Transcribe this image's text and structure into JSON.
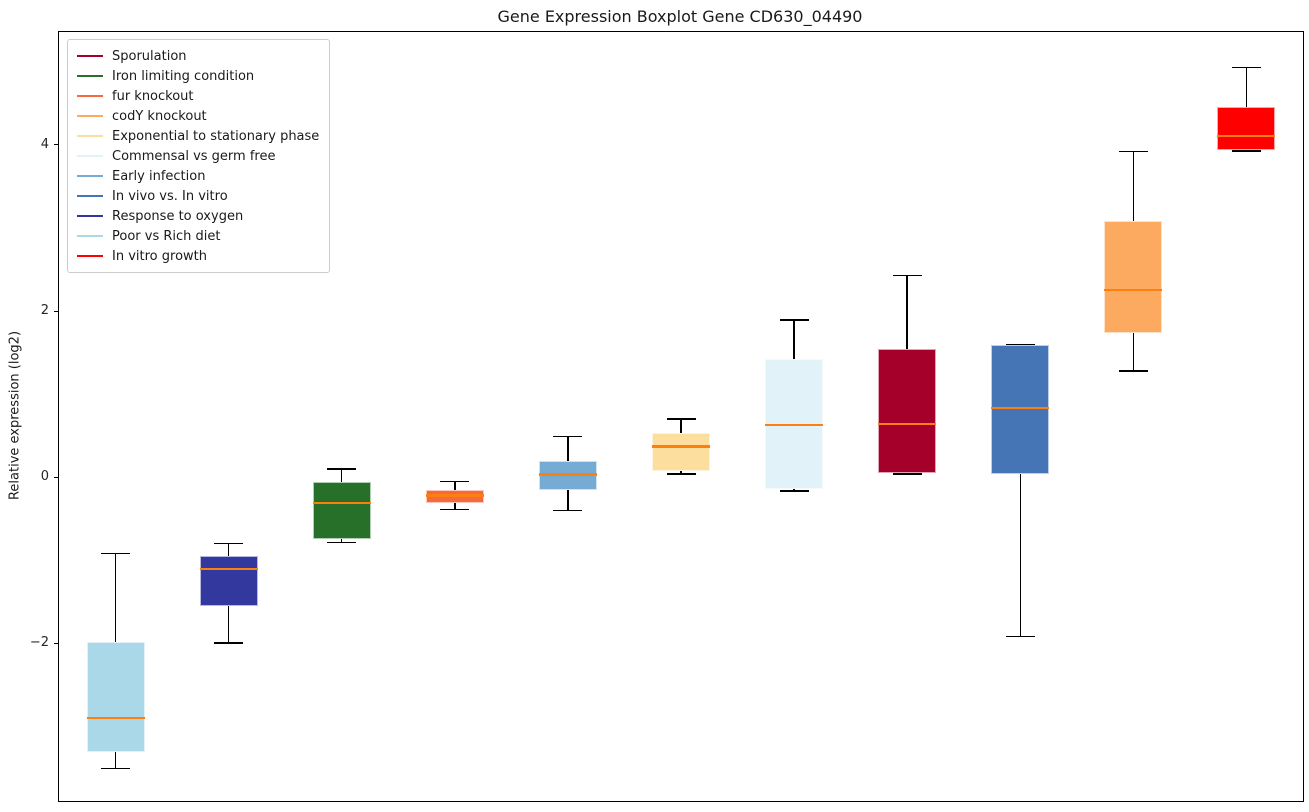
{
  "figure": {
    "background": "#ffffff"
  },
  "chart_data": {
    "type": "boxplot",
    "title": "Gene Expression Boxplot Gene CD630_04490",
    "xlabel": "",
    "ylabel": "Relative expression (log2)",
    "ylim": [
      -3.9,
      5.36
    ],
    "yticks": [
      {
        "value": -2,
        "label": "−2"
      },
      {
        "value": 0,
        "label": "0"
      },
      {
        "value": 2,
        "label": "2"
      },
      {
        "value": 4,
        "label": "4"
      }
    ],
    "xticks": [],
    "grid": false,
    "legend_position": "upper-left",
    "median_color": "#ff7f0e",
    "whisker_color": "#000000",
    "legend": [
      {
        "label": "Sporulation",
        "color": "#a50029"
      },
      {
        "label": "Iron limiting condition",
        "color": "#26702a"
      },
      {
        "label": "fur knockout",
        "color": "#f5693f"
      },
      {
        "label": "codY knockout",
        "color": "#fbaa60"
      },
      {
        "label": "Exponential to stationary phase",
        "color": "#fcdf9e"
      },
      {
        "label": "Commensal vs germ free",
        "color": "#e1f3f8"
      },
      {
        "label": "Early infection",
        "color": "#76abd4"
      },
      {
        "label": "In vivo vs. In vitro",
        "color": "#4575b4"
      },
      {
        "label": "Response to oxygen",
        "color": "#32389e"
      },
      {
        "label": "Poor vs Rich diet",
        "color": "#abd8e8"
      },
      {
        "label": "In vitro growth",
        "color": "#ff0000"
      }
    ],
    "boxes": [
      {
        "label": "Poor vs Rich diet",
        "color": "#abd8e8",
        "whislo": -3.51,
        "q1": -3.31,
        "med": -2.9,
        "q3": -1.98,
        "whishi": -0.92
      },
      {
        "label": "Response to oxygen",
        "color": "#32389e",
        "whislo": -2.0,
        "q1": -1.55,
        "med": -1.11,
        "q3": -0.95,
        "whishi": -0.8
      },
      {
        "label": "Iron limiting condition",
        "color": "#26702a",
        "whislo": -0.79,
        "q1": -0.74,
        "med": -0.31,
        "q3": -0.06,
        "whishi": 0.1
      },
      {
        "label": "fur knockout",
        "color": "#f5693f",
        "whislo": -0.39,
        "q1": -0.31,
        "med": -0.22,
        "q3": -0.16,
        "whishi": -0.05
      },
      {
        "label": "Early infection",
        "color": "#76abd4",
        "whislo": -0.4,
        "q1": -0.16,
        "med": 0.03,
        "q3": 0.19,
        "whishi": 0.49
      },
      {
        "label": "Exponential to stationary phase",
        "color": "#fcdf9e",
        "whislo": 0.04,
        "q1": 0.07,
        "med": 0.37,
        "q3": 0.53,
        "whishi": 0.7
      },
      {
        "label": "Commensal vs germ free",
        "color": "#e1f3f8",
        "whislo": -0.17,
        "q1": -0.14,
        "med": 0.63,
        "q3": 1.42,
        "whishi": 1.89
      },
      {
        "label": "Sporulation",
        "color": "#a50029",
        "whislo": 0.04,
        "q1": 0.05,
        "med": 0.64,
        "q3": 1.54,
        "whishi": 2.43
      },
      {
        "label": "In vivo vs. In vitro",
        "color": "#4575b4",
        "whislo": -1.92,
        "q1": 0.04,
        "med": 0.83,
        "q3": 1.59,
        "whishi": 1.6
      },
      {
        "label": "codY knockout",
        "color": "#fbaa60",
        "whislo": 1.28,
        "q1": 1.73,
        "med": 2.25,
        "q3": 3.08,
        "whishi": 3.92
      },
      {
        "label": "In vitro growth",
        "color": "#ff0000",
        "whislo": 3.93,
        "q1": 3.94,
        "med": 4.11,
        "q3": 4.46,
        "whishi": 4.93
      }
    ]
  }
}
